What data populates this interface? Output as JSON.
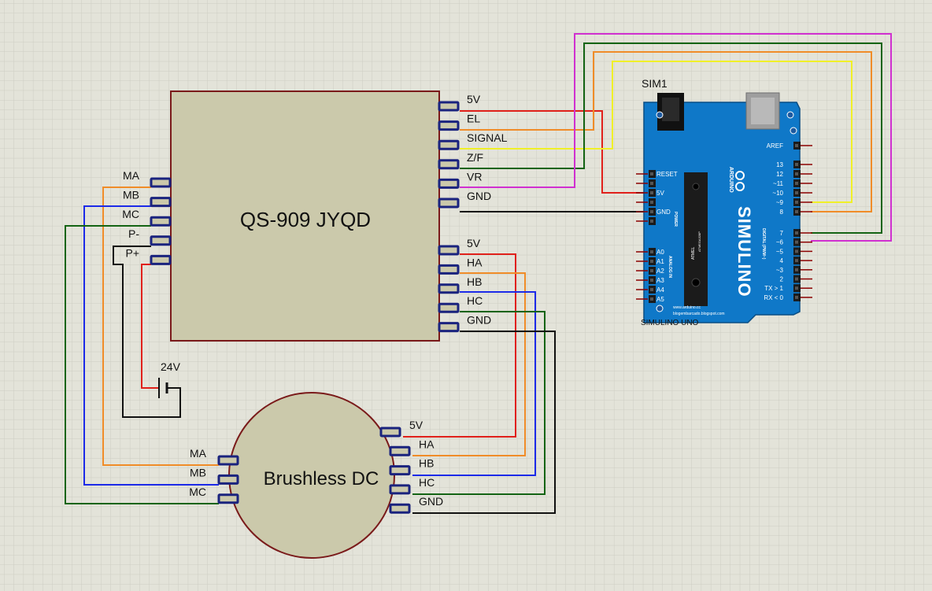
{
  "driver": {
    "title": "QS-909 JYQD",
    "right_pins": [
      "5V",
      "EL",
      "SIGNAL",
      "Z/F",
      "VR",
      "GND"
    ],
    "right_pins_lower": [
      "5V",
      "HA",
      "HB",
      "HC",
      "GND"
    ],
    "left_pins": [
      "MA",
      "MB",
      "MC",
      "P-",
      "P+"
    ]
  },
  "battery": {
    "label": "24V"
  },
  "motor": {
    "title": "Brushless DC",
    "left_pins": [
      "MA",
      "MB",
      "MC"
    ],
    "right_pins": [
      "5V",
      "HA",
      "HB",
      "HC",
      "GND"
    ]
  },
  "arduino": {
    "ref": "SIM1",
    "name": "SIMULINO UNO",
    "logo": "SIMULINO",
    "brand": "ARDUINO",
    "power_header": [
      "RESET",
      "",
      "5V",
      "",
      "GND",
      ""
    ],
    "power_title": "POWER",
    "analog_title": "ANALOG IN",
    "analog_pins": [
      "A0",
      "A1",
      "A2",
      "A3",
      "A4",
      "A5"
    ],
    "digital_title": "DIGITAL (PWM~)",
    "aref": "AREF",
    "digital_high": [
      "13",
      "12",
      "~11",
      "~10",
      "~9",
      "8"
    ],
    "digital_low": [
      "7",
      "~6",
      "~5",
      "4",
      "~3",
      "2",
      "TX > 1",
      "RX < 0"
    ],
    "url1": "www.arduino.cc",
    "url2": "blogembarcado.blogspot.com",
    "chip1": "ATMEL",
    "chip2": "ATMEGA328P"
  },
  "colors": {
    "background": "#e3e3d9",
    "grid": "#c8c8bd",
    "component_fill": "#cbc9ab",
    "component_border": "#7a1a1a",
    "pin": "#1a237e",
    "wire_red": "#e0201a",
    "wire_orange": "#f08c28",
    "wire_blue": "#1c2ae8",
    "wire_green": "#146414",
    "wire_black": "#111111",
    "wire_yellow": "#f0f028",
    "wire_magenta": "#d030d0",
    "board": "#0f78c8"
  }
}
